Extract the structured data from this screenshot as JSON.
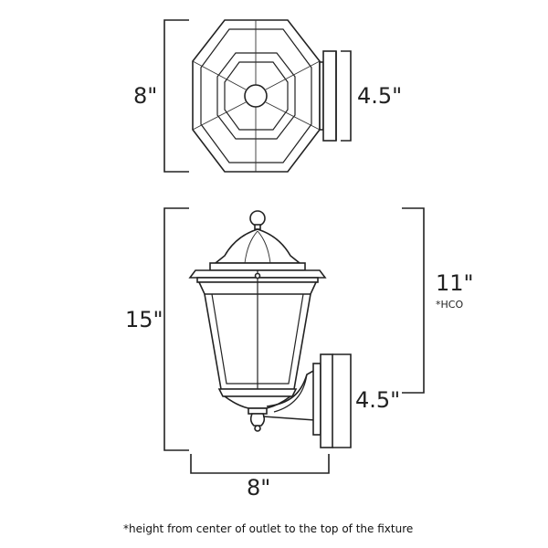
{
  "top_view": {
    "height_label": "8\"",
    "depth_label": "4.5\""
  },
  "side_view": {
    "height_label": "15\"",
    "hco_label": "11\"",
    "hco_note": "*HCO",
    "depth_label": "4.5\"",
    "width_label": "8\""
  },
  "footnote": "*height from center of outlet to the top of the fixture"
}
